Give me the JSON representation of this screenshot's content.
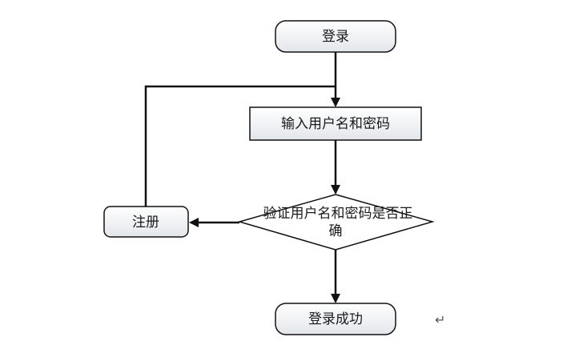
{
  "diagram": {
    "nodes": {
      "start": {
        "label": "登录"
      },
      "input": {
        "label": "输入用户名和密码"
      },
      "decision": {
        "line1": "验证用户名和密码是否正",
        "line2": "确"
      },
      "register": {
        "label": "注册"
      },
      "success": {
        "label": "登录成功"
      }
    },
    "edges": [
      {
        "from": "start",
        "to": "input"
      },
      {
        "from": "input",
        "to": "decision"
      },
      {
        "from": "decision",
        "to": "register"
      },
      {
        "from": "decision",
        "to": "success"
      },
      {
        "from": "register",
        "to": "input"
      }
    ],
    "colors": {
      "start_fill": "#e9ebee",
      "input_fill": "#e9ebee",
      "decision_fill": "#ffffff",
      "register_fill": "#e9ebee",
      "success_fill": "#e9ebee",
      "stroke": "#111111"
    }
  },
  "cursor_glyph": "↵"
}
